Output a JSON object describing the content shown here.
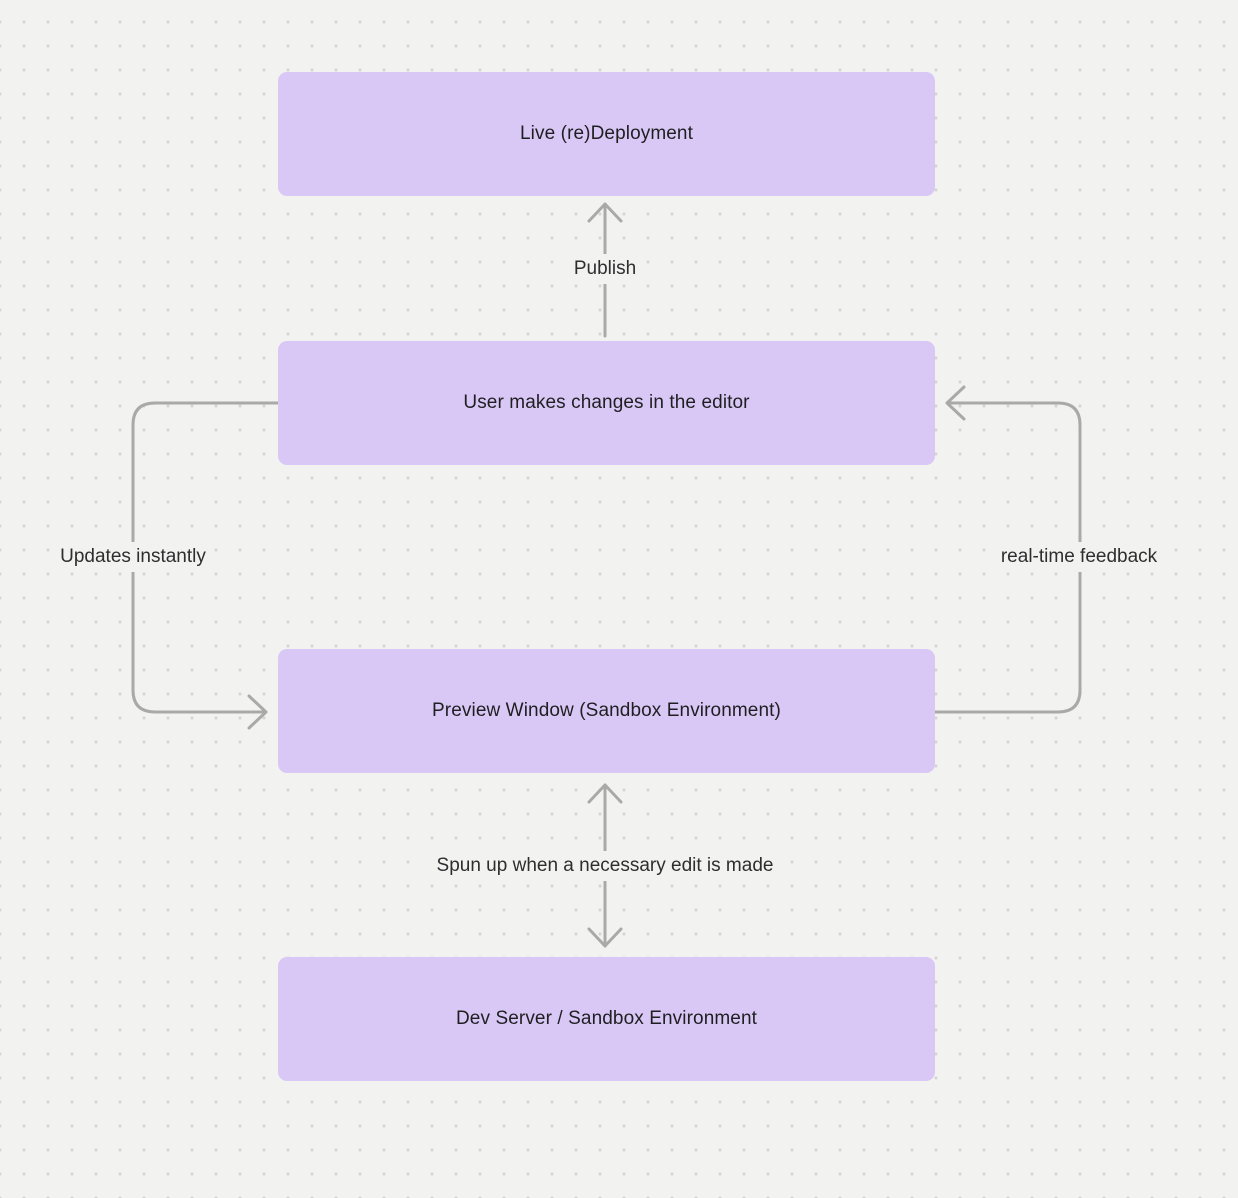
{
  "diagram": {
    "nodes": {
      "live_deployment": {
        "label": "Live (re)Deployment"
      },
      "user_changes": {
        "label": "User makes changes in the editor"
      },
      "preview_window": {
        "label": "Preview Window (Sandbox Environment)"
      },
      "dev_server": {
        "label": "Dev Server / Sandbox Environment"
      }
    },
    "edges": {
      "publish": {
        "label": "Publish",
        "from": "user_changes",
        "to": "live_deployment",
        "direction": "up"
      },
      "updates_instantly": {
        "label": "Updates instantly",
        "from": "user_changes",
        "to": "preview_window",
        "direction": "one-way"
      },
      "realtime_feedback": {
        "label": "real-time feedback",
        "from": "preview_window",
        "to": "user_changes",
        "direction": "one-way"
      },
      "spun_up": {
        "label": "Spun up when a necessary edit is made",
        "from": "dev_server",
        "to": "preview_window",
        "direction": "both"
      }
    },
    "colors": {
      "background": "#f2f2f0",
      "grid_dot": "#d4d4d1",
      "node_fill": "#d9c8f6",
      "node_text": "#1f1f21",
      "arrow": "#a9a9a9",
      "label_text": "#2e2e30"
    }
  }
}
